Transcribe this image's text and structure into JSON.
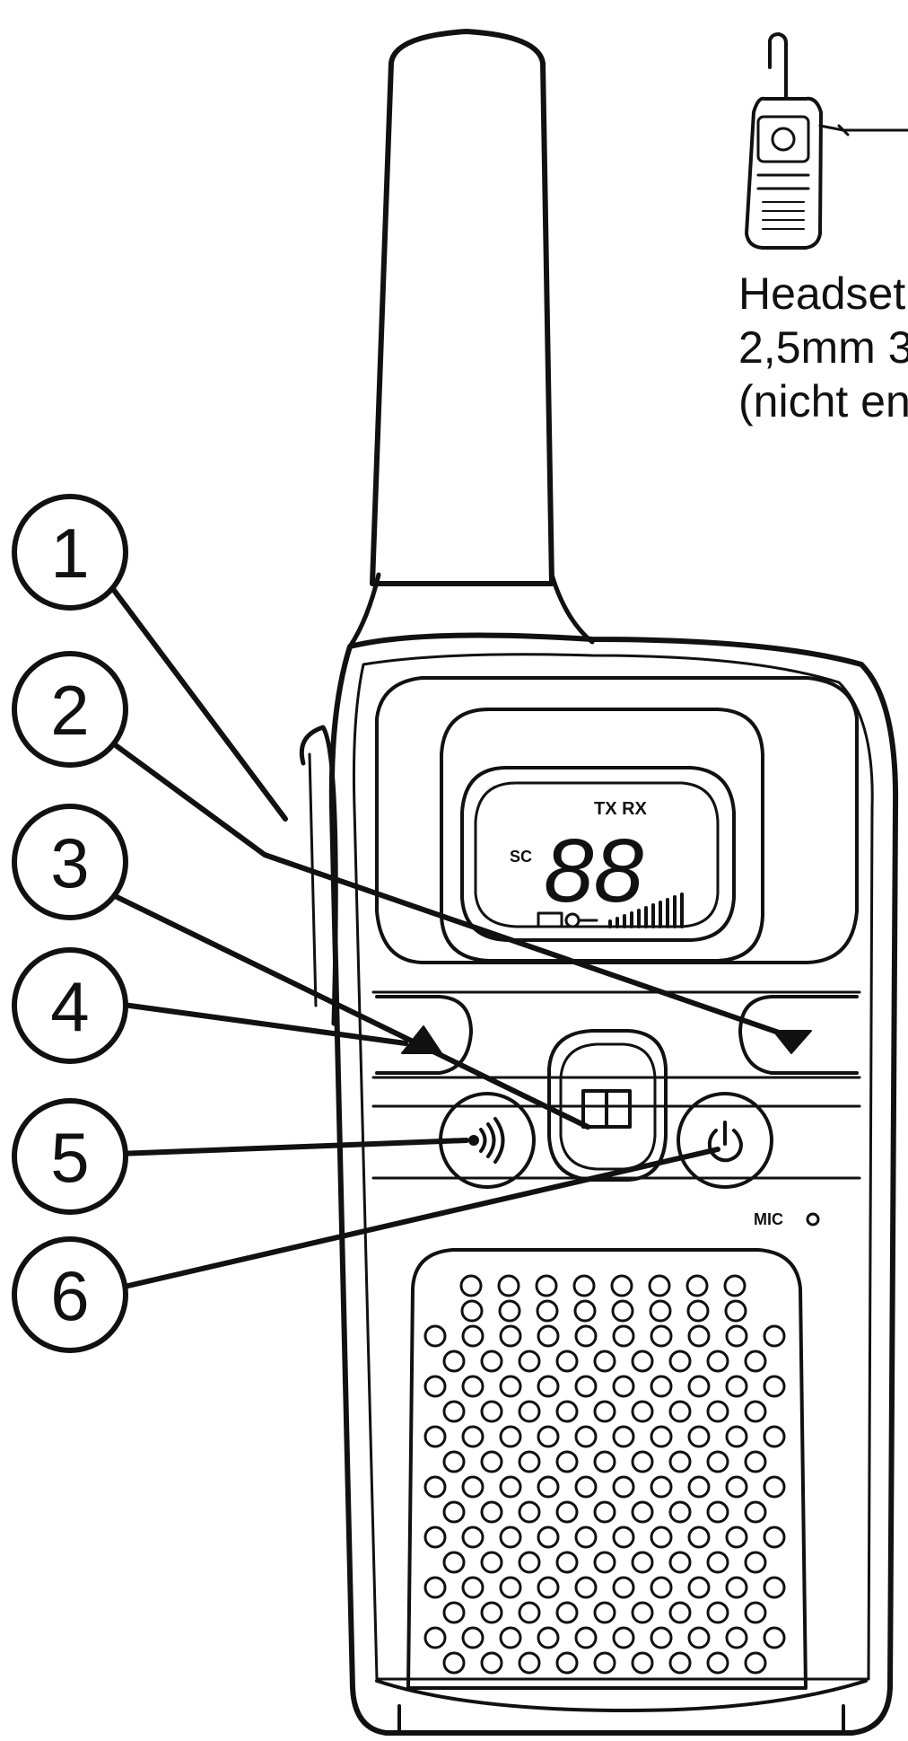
{
  "callouts": [
    {
      "number": "1"
    },
    {
      "number": "2"
    },
    {
      "number": "3"
    },
    {
      "number": "4"
    },
    {
      "number": "5"
    },
    {
      "number": "6"
    }
  ],
  "headset_note": {
    "line1": "Headset",
    "line2": "2,5mm 3",
    "line3": "(nicht en"
  },
  "lcd": {
    "tx_rx": "TX RX",
    "sc": "SC",
    "channel": "88"
  },
  "mic_label": "MIC",
  "colors": {
    "ink": "#111111",
    "background": "#ffffff"
  }
}
